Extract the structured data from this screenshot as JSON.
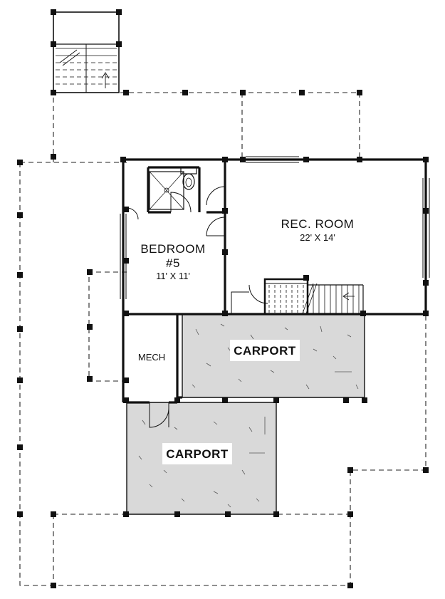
{
  "plan": {
    "rooms": {
      "rec_room": {
        "name": "REC. ROOM",
        "dims": "22' X 14'"
      },
      "bedroom": {
        "name_line1": "BEDROOM",
        "name_line2": "#5",
        "dims": "11' X 11'"
      },
      "mech": {
        "name": "MECH"
      },
      "carport_upper": {
        "name": "CARPORT"
      },
      "carport_lower": {
        "name": "CARPORT"
      }
    },
    "colors": {
      "line": "#111111",
      "carport_fill": "#d9d9d9",
      "background": "#ffffff"
    }
  }
}
